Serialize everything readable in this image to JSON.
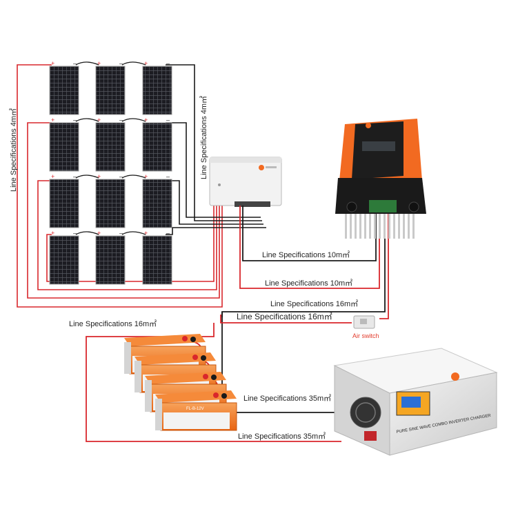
{
  "labels": {
    "panel_string_left": "Line Specifications 4m㎡",
    "panel_to_combiner": "Line Specifications 4m㎡",
    "combiner_to_controller_neg": "Line Specifications 10m㎡",
    "combiner_to_controller_pos": "Line Specifications 10m㎡",
    "controller_to_battery_neg": "Line Specifications 16m㎡",
    "controller_to_battery_pos": "Line Specifications 16m㎡",
    "battery_top": "Line Specifications 16m㎡",
    "battery_to_inverter_neg": "Line Specifications 35m㎡",
    "battery_to_inverter_pos": "Line Specifications 35m㎡",
    "air_switch": "Air switch"
  },
  "battery_front_text": "FL-B-12V",
  "inverter_side_text": "PURE SINE WAVE COMBO INVERTER CHARGER",
  "colors": {
    "positive_wire": "#d9262b",
    "negative_wire": "#1a1a1a",
    "battery_orange": "#f2751f",
    "controller_orange": "#f26a21",
    "air_switch_text": "#e23b2c"
  },
  "solar_array": {
    "rows": 4,
    "columns": 3
  },
  "battery_bank": {
    "count": 4
  }
}
